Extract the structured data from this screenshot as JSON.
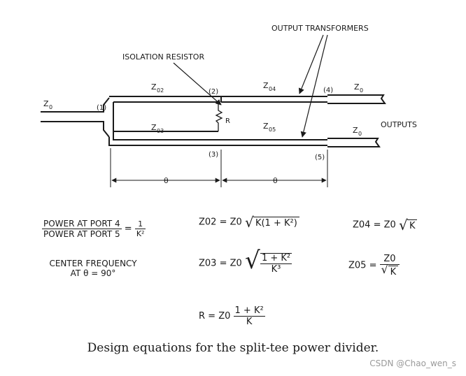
{
  "diagram": {
    "labels": {
      "output_transformers": "OUTPUT TRANSFORMERS",
      "isolation_resistor": "ISOLATION RESISTOR",
      "outputs": "OUTPUTS",
      "resistor_r": "R",
      "theta_left": "θ",
      "theta_right": "θ"
    },
    "impedances": {
      "z0_input": "Z",
      "z0_input_sub": "0",
      "z02": "Z",
      "z02_sub": "02",
      "z03": "Z",
      "z03_sub": "03",
      "z04": "Z",
      "z04_sub": "04",
      "z05": "Z",
      "z05_sub": "05",
      "z0_out_top": "Z",
      "z0_out_top_sub": "0",
      "z0_out_bottom": "Z",
      "z0_out_bottom_sub": "0"
    },
    "ports": {
      "p1": "(1)",
      "p2": "(2)",
      "p3": "(3)",
      "p4": "(4)",
      "p5": "(5)"
    }
  },
  "equations": {
    "power_ratio_num": "POWER AT PORT 4",
    "power_ratio_den": "POWER AT PORT 5",
    "power_ratio_eq": "=",
    "power_ratio_val_num": "1",
    "power_ratio_val_den": "K²",
    "center_freq_line1": "CENTER FREQUENCY",
    "center_freq_line2": "AT θ = 90°",
    "z02_lhs": "Z02",
    "z02_rhs_prefix": "= Z0",
    "z02_rhs_radicand": "K(1 + K²)",
    "z03_lhs": "Z03",
    "z03_rhs_prefix": "= Z0",
    "z03_rhs_num": "1 + K²",
    "z03_rhs_den": "K³",
    "z04_lhs": "Z04",
    "z04_rhs_prefix": "= Z0",
    "z04_rhs_radicand": "K",
    "z05_lhs": "Z05",
    "z05_rhs_num": "Z0",
    "z05_rhs_den": "K",
    "r_lhs": "R = Z0",
    "r_num": "1 + K²",
    "r_den": "K"
  },
  "caption": "Design equations for the split-tee power divider.",
  "watermark": "CSDN @Chao_wen_s"
}
